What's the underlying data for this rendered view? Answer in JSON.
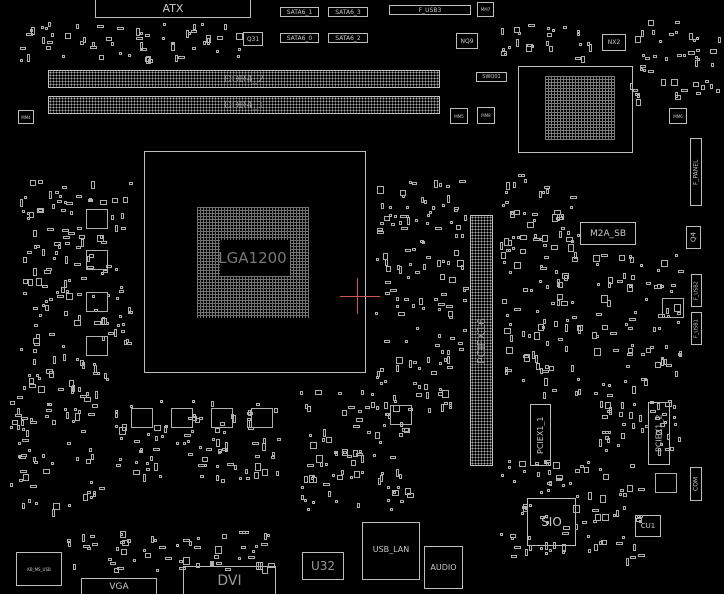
{
  "board": {
    "connectors": {
      "atx": "ATX",
      "f_usb3": "F_USB3",
      "sata6_1": "SATA6_1",
      "sata6_3": "SATA6_3",
      "sata6_0": "SATA6_0",
      "sata6_2": "SATA6_2",
      "ddr4_2": "DDR4_2",
      "ddr4_1": "DDR4_1",
      "pciex16": "PCIEX16",
      "pciex1_1": "PCIEX1_1",
      "pciex1_2": "PCIEX1_2",
      "m2a_sb": "M2A_SB",
      "f_panel": "F_PANEL",
      "f_usb2": "F_USB2",
      "f_usb1": "F_USB1",
      "com": "COM",
      "kb_ms_usb": "KB_MS_USB",
      "vga": "VGA",
      "dvi": "DVI",
      "usb_lan": "USB_LAN",
      "audio": "AUDIO"
    },
    "components": {
      "cpu": "LGA1200",
      "q31": "Q31",
      "nq9": "NQ9",
      "nx2": "NX2",
      "swq01": "SWQ01",
      "q4": "Q4",
      "sio": "SIO",
      "cu1": "CU1",
      "u32": "U32",
      "mm4": "MM4",
      "mm5": "MM5",
      "mm6": "MM6",
      "mm7": "MM7",
      "mm8": "MM8"
    }
  }
}
